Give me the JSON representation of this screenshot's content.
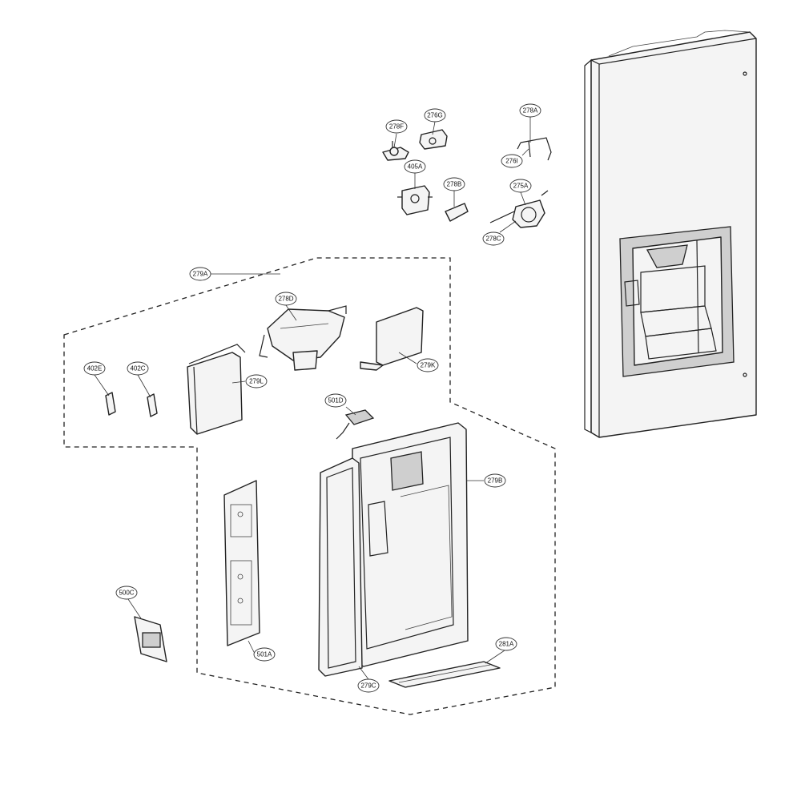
{
  "callouts": [
    {
      "id": "278F"
    },
    {
      "id": "276G"
    },
    {
      "id": "278A"
    },
    {
      "id": "276I"
    },
    {
      "id": "405A"
    },
    {
      "id": "278B"
    },
    {
      "id": "275A"
    },
    {
      "id": "278C"
    },
    {
      "id": "279A"
    },
    {
      "id": "278D"
    },
    {
      "id": "279K"
    },
    {
      "id": "402E"
    },
    {
      "id": "402C"
    },
    {
      "id": "279L"
    },
    {
      "id": "501D"
    },
    {
      "id": "279B"
    },
    {
      "id": "500C"
    },
    {
      "id": "501A"
    },
    {
      "id": "279C"
    },
    {
      "id": "281A"
    }
  ]
}
